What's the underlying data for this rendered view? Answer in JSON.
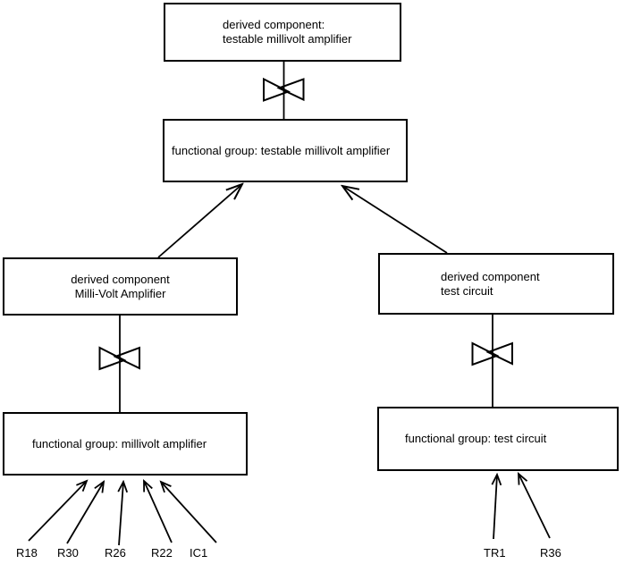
{
  "diagram": {
    "kind": "component-hierarchy",
    "colors": {
      "background": "#ffffff",
      "line": "#000000",
      "text": "#000000"
    },
    "boxes": {
      "top_derived": {
        "line1": "derived component:",
        "line2": "testable millivolt amplifier"
      },
      "top_functional": {
        "label": "functional group: testable millivolt amplifier"
      },
      "left_derived": {
        "line1": "derived component",
        "line2": "Milli-Volt Amplifier"
      },
      "left_functional": {
        "label": "functional group: millivolt amplifier"
      },
      "right_derived": {
        "line1": "derived component",
        "line2": "test circuit"
      },
      "right_functional": {
        "label": "functional group: test circuit"
      }
    },
    "components": {
      "left": [
        {
          "label": "R18"
        },
        {
          "label": "R30"
        },
        {
          "label": "R26"
        },
        {
          "label": "R22"
        },
        {
          "label": "IC1"
        }
      ],
      "right": [
        {
          "label": "TR1"
        },
        {
          "label": "R36"
        }
      ]
    },
    "symbols": {
      "bowtie": "decomposition-bowtie"
    }
  }
}
